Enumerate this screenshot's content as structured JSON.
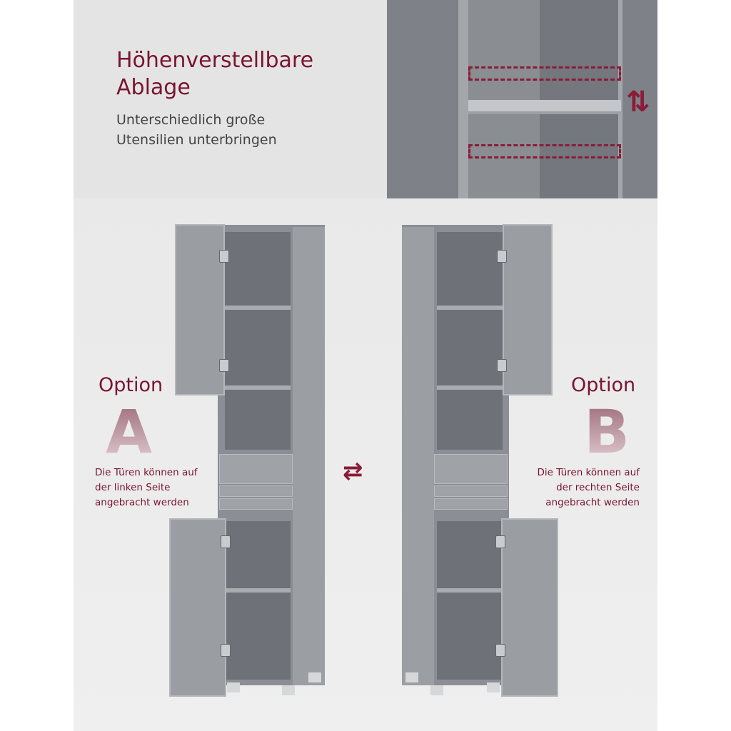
{
  "header": {
    "title_line1": "Höhenverstellbare",
    "title_line2": "Ablage",
    "subtitle_line1": "Unterschiedlich große",
    "subtitle_line2": "Utensilien unterbringen"
  },
  "option_a": {
    "label": "Option",
    "letter": "A",
    "desc_line1": "Die Türen können auf",
    "desc_line2": "der linken Seite",
    "desc_line3": "angebracht werden"
  },
  "option_b": {
    "label": "Option",
    "letter": "B",
    "desc_line1": "Die Türen können auf",
    "desc_line2": "der rechten Seite",
    "desc_line3": "angebracht werden"
  },
  "colors": {
    "accent": "#7a1430",
    "background": "#ebebeb",
    "cabinet": "#8b8e94"
  }
}
